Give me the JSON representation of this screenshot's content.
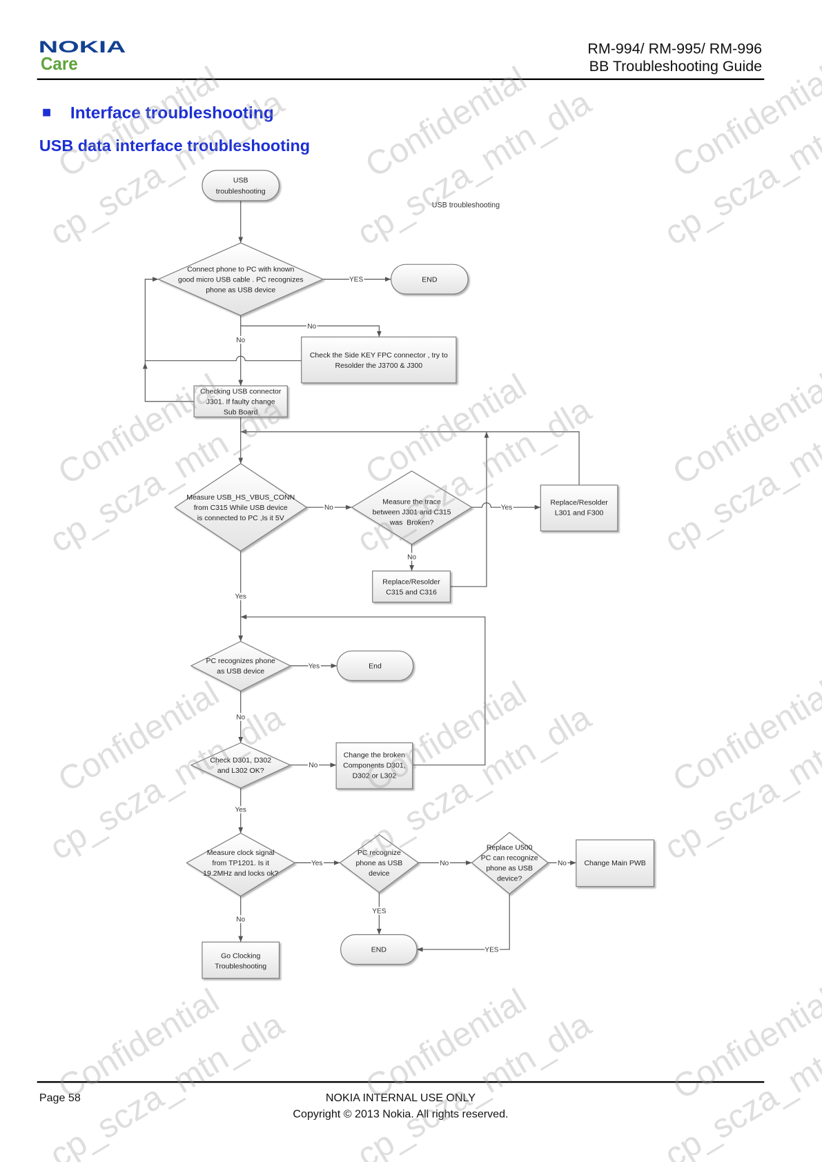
{
  "header": {
    "logo_brand": "NOKIA",
    "logo_sub": "Care",
    "doc_models": "RM-994/ RM-995/ RM-996",
    "doc_title": "BB Troubleshooting Guide"
  },
  "section": {
    "heading": "Interface troubleshooting",
    "subheading": "USB data interface troubleshooting"
  },
  "flowchart": {
    "caption": "USB troubleshooting",
    "nodes": [
      {
        "shape": "terminator",
        "lines": [
          "USB",
          "troubleshooting"
        ]
      },
      {
        "shape": "decision",
        "lines": [
          "Connect phone to PC with known",
          "good micro USB cable . PC recognizes",
          "phone as USB device"
        ]
      },
      {
        "shape": "terminator",
        "lines": [
          "END"
        ]
      },
      {
        "shape": "process",
        "lines": [
          "Check the Side KEY FPC connector , try to",
          "Resolder the J3700 & J300"
        ]
      },
      {
        "shape": "process",
        "lines": [
          "Checking USB connector",
          "J301. If faulty change",
          "Sub Board"
        ]
      },
      {
        "shape": "decision",
        "lines": [
          "Measure USB_HS_VBUS_CONN",
          "from C315 While USB device",
          "is connected to PC ,Is it 5V"
        ]
      },
      {
        "shape": "decision",
        "lines": [
          "Measure the trace",
          "between J301 and C315",
          "was  Broken?"
        ]
      },
      {
        "shape": "process",
        "lines": [
          "Replace/Resolder",
          "L301 and F300"
        ]
      },
      {
        "shape": "process",
        "lines": [
          "Replace/Resolder",
          "C315 and C316"
        ]
      },
      {
        "shape": "decision",
        "lines": [
          "PC recognizes phone",
          "as USB device"
        ]
      },
      {
        "shape": "terminator",
        "lines": [
          "End"
        ]
      },
      {
        "shape": "decision",
        "lines": [
          "Check D301, D302",
          "and L302 OK?"
        ]
      },
      {
        "shape": "process",
        "lines": [
          "Change the broken",
          "Components D301,",
          "D302 or L302"
        ]
      },
      {
        "shape": "decision",
        "lines": [
          "Measure clock signal",
          "from TP1201. Is it",
          "19.2MHz and locks ok?"
        ]
      },
      {
        "shape": "decision",
        "lines": [
          "PC recognize",
          "phone as USB",
          "device"
        ]
      },
      {
        "shape": "decision",
        "lines": [
          "Replace U500",
          "PC can recognize",
          "phone as USB",
          "device?"
        ]
      },
      {
        "shape": "process",
        "lines": [
          "Change Main PWB"
        ]
      },
      {
        "shape": "terminator",
        "lines": [
          "END"
        ]
      },
      {
        "shape": "process",
        "lines": [
          "Go Clocking",
          "Troubleshooting"
        ]
      }
    ],
    "edges": [
      {
        "from": 0,
        "to": 1
      },
      {
        "from": 1,
        "to": 2,
        "label": "YES"
      },
      {
        "from": 1,
        "to": 3,
        "label": "No"
      },
      {
        "from": 1,
        "to": 4,
        "label": "No"
      },
      {
        "from": 3,
        "to": 1
      },
      {
        "from": 4,
        "to": 1
      },
      {
        "from": 4,
        "to": 5
      },
      {
        "from": 5,
        "to": 6,
        "label": "No"
      },
      {
        "from": 6,
        "to": 7,
        "label": "Yes"
      },
      {
        "from": 6,
        "to": 8,
        "label": "No"
      },
      {
        "from": 7,
        "to": 5
      },
      {
        "from": 8,
        "to": 5
      },
      {
        "from": 5,
        "to": 9,
        "label": "Yes"
      },
      {
        "from": 9,
        "to": 10,
        "label": "Yes"
      },
      {
        "from": 9,
        "to": 11,
        "label": "No"
      },
      {
        "from": 11,
        "to": 12,
        "label": "No"
      },
      {
        "from": 12,
        "to": 9
      },
      {
        "from": 11,
        "to": 13,
        "label": "Yes"
      },
      {
        "from": 13,
        "to": 14,
        "label": "Yes"
      },
      {
        "from": 14,
        "to": 15,
        "label": "No"
      },
      {
        "from": 15,
        "to": 16,
        "label": "No"
      },
      {
        "from": 14,
        "to": 17,
        "label": "YES"
      },
      {
        "from": 15,
        "to": 17,
        "label": "YES"
      },
      {
        "from": 13,
        "to": 18,
        "label": "No"
      }
    ]
  },
  "footer": {
    "page": "Page 58",
    "classification": "NOKIA INTERNAL USE ONLY",
    "copyright": "Copyright © 2013 Nokia. All rights reserved."
  },
  "watermark": {
    "lines": [
      "Confidential",
      "cp_scza_mtn_dla"
    ]
  },
  "colors": {
    "logo_blue": "#124191",
    "logo_green": "#5ea33a",
    "heading_blue": "#1c2fd4",
    "connector": "#555555"
  }
}
